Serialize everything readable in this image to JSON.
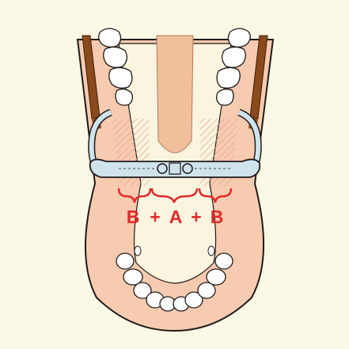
{
  "diagram": {
    "formula": {
      "segments": [
        "B",
        "+",
        "A",
        "+",
        "B"
      ]
    },
    "colors": {
      "background": "#fbf8e6",
      "gum": "#f6cbb0",
      "palate_cream": "#fbf5df",
      "tongue": "#f2bf9c",
      "teeth": "#ffffff",
      "outline": "#1f1a18",
      "appliance": "#cfe3ec",
      "elastic_brown": "#8a4a1c",
      "label_red": "#e12a2a",
      "hatch": "#e7a58f"
    },
    "icons": [
      "upper-teeth-left-icon",
      "upper-teeth-right-icon",
      "lower-teeth-icon",
      "elastic-left-icon",
      "elastic-right-icon",
      "transverse-bar-icon"
    ]
  }
}
